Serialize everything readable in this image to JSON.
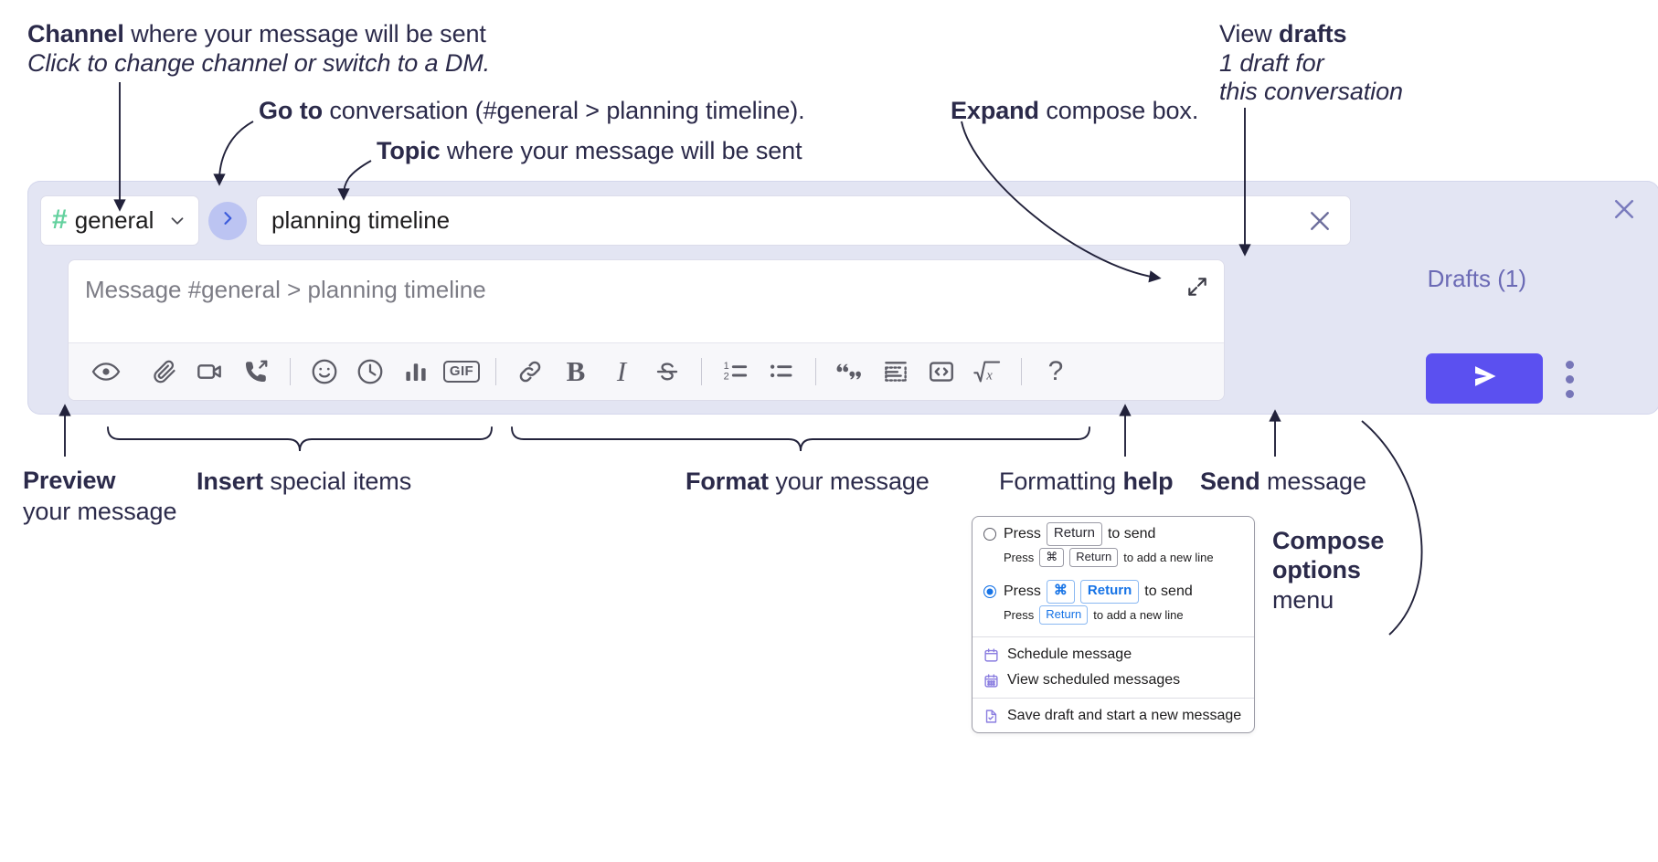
{
  "annotations": {
    "channel": {
      "bold": "Channel",
      "rest": " where your message will be sent",
      "italic": "Click to change channel or switch to a DM."
    },
    "goto": {
      "bold": "Go to",
      "rest": " conversation (#general > planning timeline)."
    },
    "topic": {
      "bold": "Topic",
      "rest": " where your message will be sent"
    },
    "expand": {
      "bold": "Expand",
      "rest": " compose box."
    },
    "drafts": {
      "pre": "View ",
      "bold": "drafts",
      "italic1": "1 draft for",
      "italic2": "this conversation"
    },
    "preview": {
      "bold": "Preview",
      "rest": "your message"
    },
    "insert": {
      "bold": "Insert",
      "rest": " special items"
    },
    "format": {
      "bold": "Format",
      "rest": " your message"
    },
    "formatting_help": {
      "pre": "Formatting ",
      "bold": "help"
    },
    "send": {
      "bold": "Send",
      "rest": " message"
    },
    "compose_options": {
      "bold1": "Compose",
      "bold2": "options",
      "rest": "menu"
    }
  },
  "compose": {
    "channel_name": "general",
    "channel_hash": "#",
    "topic_value": "planning timeline",
    "message_placeholder": "Message #general > planning timeline",
    "drafts_label": "Drafts (1)",
    "toolbar": [
      {
        "name": "preview-icon",
        "label": "Preview"
      },
      {
        "name": "attachment-icon",
        "label": "Attach file"
      },
      {
        "name": "video-icon",
        "label": "Video"
      },
      {
        "name": "call-forward-icon",
        "label": "Call"
      },
      {
        "name": "separator",
        "label": ""
      },
      {
        "name": "emoji-icon",
        "label": "Emoji"
      },
      {
        "name": "clock-icon",
        "label": "Reminder"
      },
      {
        "name": "poll-icon",
        "label": "Poll"
      },
      {
        "name": "gif-icon",
        "label": "GIF"
      },
      {
        "name": "separator",
        "label": ""
      },
      {
        "name": "link-icon",
        "label": "Link"
      },
      {
        "name": "bold-icon",
        "label": "B"
      },
      {
        "name": "italic-icon",
        "label": "I"
      },
      {
        "name": "strikethrough-icon",
        "label": "Strikethrough"
      },
      {
        "name": "separator",
        "label": ""
      },
      {
        "name": "ordered-list-icon",
        "label": "Numbered list"
      },
      {
        "name": "bulleted-list-icon",
        "label": "Bulleted list"
      },
      {
        "name": "separator",
        "label": ""
      },
      {
        "name": "blockquote-icon",
        "label": "Quote"
      },
      {
        "name": "code-block-icon",
        "label": "Code block"
      },
      {
        "name": "inline-code-icon",
        "label": "Code"
      },
      {
        "name": "math-icon",
        "label": "Math"
      },
      {
        "name": "separator",
        "label": ""
      },
      {
        "name": "help-icon",
        "label": "?"
      }
    ]
  },
  "popup": {
    "option1": {
      "press": "Press",
      "key": "Return",
      "tail": "to send",
      "sub_press": "Press",
      "sub_key1": "⌘",
      "sub_key2": "Return",
      "sub_tail": "to add a new line",
      "selected": false
    },
    "option2": {
      "press": "Press",
      "key1": "⌘",
      "key2": "Return",
      "tail": "to send",
      "sub_press": "Press",
      "sub_key": "Return",
      "sub_tail": "to add a new line",
      "selected": true
    },
    "items": [
      {
        "icon": "calendar-icon",
        "label": "Schedule message"
      },
      {
        "icon": "calendar-grid-icon",
        "label": "View scheduled messages"
      },
      {
        "icon": "save-draft-icon",
        "label": "Save draft and start a new message"
      }
    ]
  },
  "colors": {
    "panel_bg": "#e3e5f3",
    "send_button": "#5b50f0",
    "hash_green": "#63d19e",
    "goto_circle": "#bcc4f2",
    "drafts_text": "#6b6ab5",
    "accent_blue": "#1673e6"
  }
}
